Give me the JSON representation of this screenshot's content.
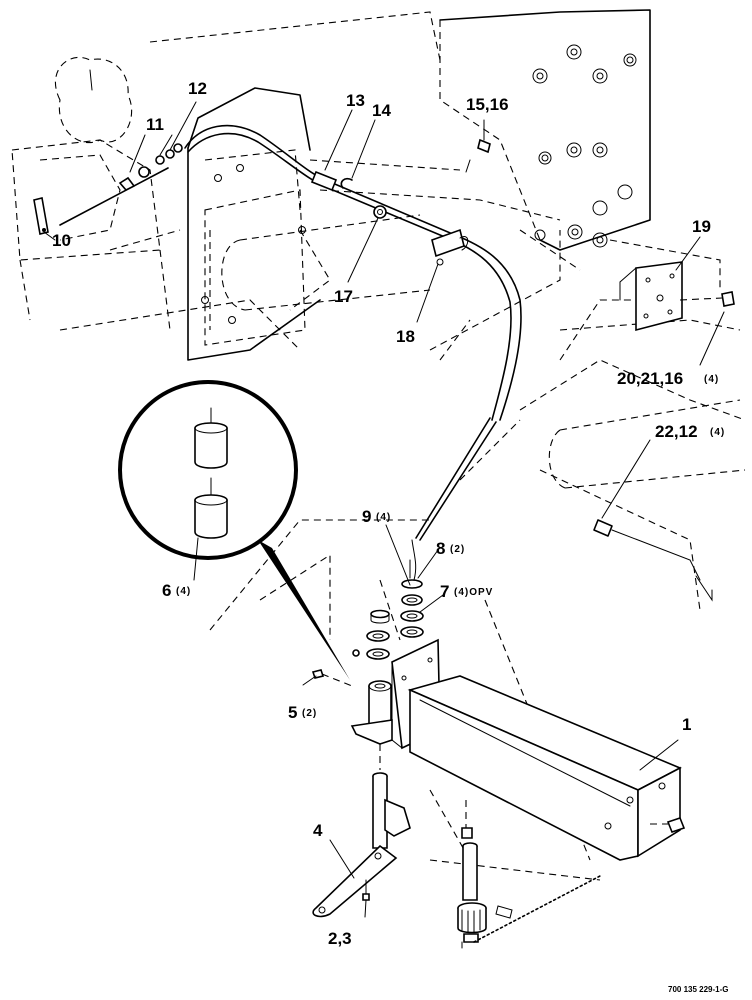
{
  "callouts": [
    {
      "id": "c1",
      "text": "1"
    },
    {
      "id": "c2",
      "text": "2,3"
    },
    {
      "id": "c4",
      "text": "4"
    },
    {
      "id": "c5",
      "text": "5",
      "qty": "(2)"
    },
    {
      "id": "c6",
      "text": "6",
      "qty": "(4)"
    },
    {
      "id": "c7",
      "text": "7",
      "qty": "(4)OPV"
    },
    {
      "id": "c8",
      "text": "8",
      "qty": "(2)"
    },
    {
      "id": "c9",
      "text": "9",
      "qty": "(4)"
    },
    {
      "id": "c10",
      "text": "10"
    },
    {
      "id": "c11",
      "text": "11"
    },
    {
      "id": "c12",
      "text": "12"
    },
    {
      "id": "c13",
      "text": "13"
    },
    {
      "id": "c14",
      "text": "14"
    },
    {
      "id": "c15",
      "text": "15,16"
    },
    {
      "id": "c17",
      "text": "17"
    },
    {
      "id": "c18",
      "text": "18"
    },
    {
      "id": "c19",
      "text": "19"
    },
    {
      "id": "c20",
      "text": "20,21,16",
      "qty": "(4)"
    },
    {
      "id": "c22",
      "text": "22,12",
      "qty": "(4)"
    }
  ],
  "drawing_code": "700 135 229-1-G"
}
